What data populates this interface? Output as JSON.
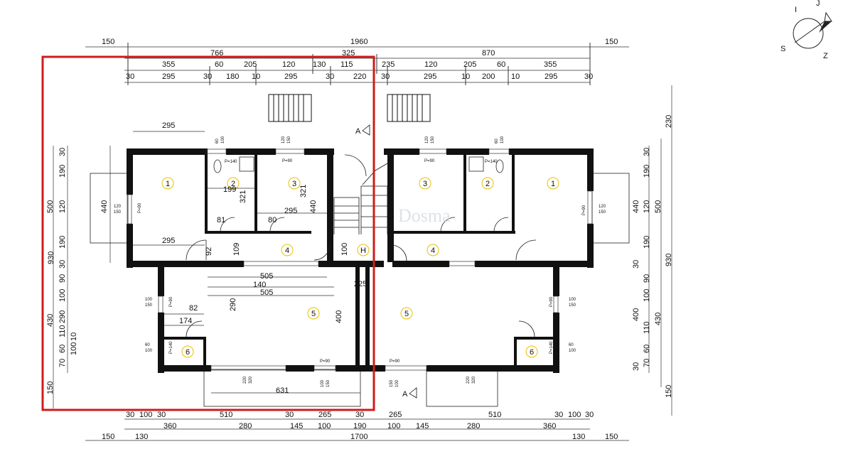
{
  "overall": {
    "width": "1960",
    "width_bottom": "1700",
    "height": "930"
  },
  "top_row1": [
    "150",
    "766",
    "325",
    "870",
    "150"
  ],
  "top_row2": [
    "355",
    "60",
    "205",
    "120",
    "130",
    "115",
    "235",
    "120",
    "205",
    "60",
    "355"
  ],
  "top_row3": [
    "30",
    "295",
    "30",
    "180",
    "10",
    "295",
    "30",
    "220",
    "30",
    "295",
    "10",
    "200",
    "10",
    "295",
    "30"
  ],
  "bottom_row1": [
    "30",
    "100",
    "30",
    "510",
    "30",
    "265",
    "30",
    "265",
    "510",
    "30",
    "100",
    "30"
  ],
  "bottom_row2": [
    "360",
    "280",
    "145",
    "100",
    "190",
    "100",
    "145",
    "280",
    "360"
  ],
  "bottom_row3": [
    "150",
    "130",
    "130",
    "150"
  ],
  "left_outer": [
    "150"
  ],
  "left_inner": [
    "30",
    "190",
    "120",
    "190",
    "30",
    "90",
    "100",
    "110",
    "60",
    "70",
    "100",
    "10"
  ],
  "left_mid": [
    "500",
    "440",
    "430",
    "290"
  ],
  "right_inner": [
    "30",
    "190",
    "120",
    "190",
    "30",
    "90",
    "100",
    "110",
    "60",
    "70",
    "30"
  ],
  "right_mid": [
    "500",
    "440",
    "400",
    "430"
  ],
  "right_outer": [
    "230",
    "930",
    "150"
  ],
  "interior": [
    "295",
    "295",
    "199",
    "321",
    "440",
    "321",
    "295",
    "81",
    "80",
    "92",
    "109",
    "100",
    "505",
    "140",
    "505",
    "225",
    "290",
    "400",
    "82",
    "174",
    "631"
  ],
  "small_labels": [
    "60",
    "100",
    "120",
    "150",
    "120",
    "150",
    "60",
    "100",
    "P=140",
    "P=90",
    "P=90",
    "P=140",
    "P=90",
    "P=90",
    "120",
    "150",
    "120",
    "150",
    "100",
    "150",
    "100",
    "150",
    "60",
    "100",
    "60",
    "100",
    "P=90",
    "P=90",
    "P=140",
    "P=140",
    "P=90",
    "P=90",
    "220",
    "320",
    "100",
    "150",
    "150",
    "100",
    "220",
    "320"
  ],
  "rooms_left": [
    "1",
    "2",
    "3",
    "4",
    "5",
    "6"
  ],
  "rooms_right": [
    "1",
    "2",
    "3",
    "4",
    "5",
    "6"
  ],
  "section_labels": [
    "A",
    "A"
  ],
  "hall_label": "H",
  "watermark": "Dosma",
  "compass": {
    "letters": [
      "I",
      "S",
      "Z",
      "J"
    ]
  },
  "colors": {
    "highlight": "#d01c1c",
    "room_number": "#e5c200",
    "walls": "#111111"
  }
}
